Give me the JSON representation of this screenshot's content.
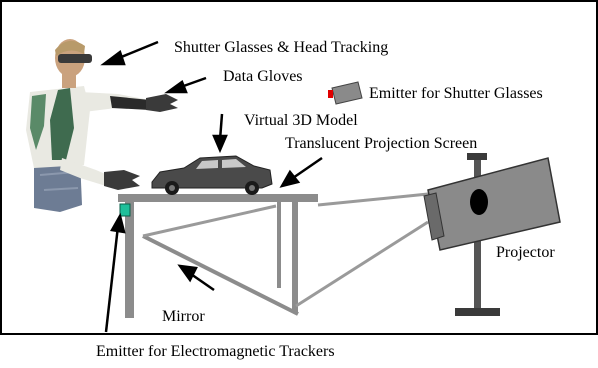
{
  "labels": {
    "shutter_glasses": "Shutter Glasses & Head Tracking",
    "data_gloves": "Data Gloves",
    "emitter_shutter": "Emitter for Shutter Glasses",
    "virtual_model": "Virtual 3D Model",
    "screen": "Translucent Projection Screen",
    "projector": "Projector",
    "mirror": "Mirror",
    "emitter_em": "Emitter for Electromagnetic Trackers"
  },
  "colors": {
    "frame": "#000000",
    "table": "#8c8c8c",
    "ray": "#9a9a9a",
    "projector_body": "#8a8a8a",
    "lens": "#000000",
    "emitter_em": "#1fbf9a",
    "emitter_led": "#e00000",
    "shirt": "#e9e9e2",
    "shirt_stripe": "#3f6b4f",
    "skin": "#caa27e",
    "car": "#4a4a4a"
  }
}
